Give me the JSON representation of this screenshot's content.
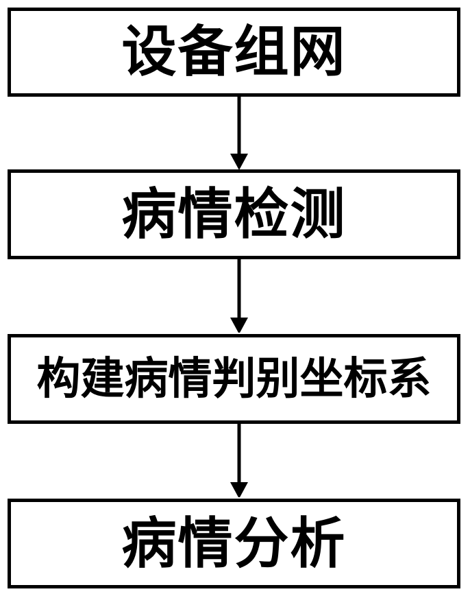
{
  "diagram": {
    "title": "",
    "orientation": "vertical-top-to-bottom",
    "background_color": "#ffffff",
    "line_color": "#000000",
    "nodes": [
      {
        "id": "node-1",
        "label": "设备组网",
        "shape": "rectangle"
      },
      {
        "id": "node-2",
        "label": "病情检测",
        "shape": "rectangle"
      },
      {
        "id": "node-3",
        "label": "构建病情判别坐标系",
        "shape": "rectangle"
      },
      {
        "id": "node-4",
        "label": "病情分析",
        "shape": "rectangle"
      }
    ],
    "connectors": [
      {
        "id": "arrow-1",
        "from": "node-1",
        "to": "node-2",
        "type": "arrow-down",
        "label": ""
      },
      {
        "id": "arrow-2",
        "from": "node-2",
        "to": "node-3",
        "type": "arrow-down",
        "label": ""
      },
      {
        "id": "arrow-3",
        "from": "node-3",
        "to": "node-4",
        "type": "arrow-down",
        "label": ""
      }
    ]
  }
}
